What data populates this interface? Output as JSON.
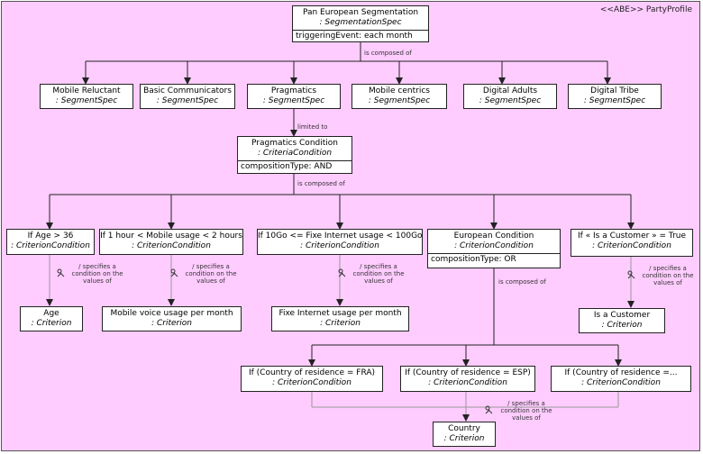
{
  "frame": {
    "label": "<<ABE>>  PartyProfile"
  },
  "root": {
    "name": "Pan European Segmentation",
    "type": ": SegmentationSpec",
    "attr": "triggeringEvent: each month"
  },
  "labels": {
    "composed1": "is composed of",
    "limited": "limited to",
    "composed2": "is composed of",
    "composed3": "is composed of"
  },
  "segments": [
    {
      "name": "Mobile Reluctant",
      "type": ": SegmentSpec"
    },
    {
      "name": "Basic Communicators",
      "type": ": SegmentSpec"
    },
    {
      "name": "Pragmatics",
      "type": ": SegmentSpec"
    },
    {
      "name": "Mobile centrics",
      "type": ": SegmentSpec"
    },
    {
      "name": "Digital Adults",
      "type": ": SegmentSpec"
    },
    {
      "name": "Digital Tribe",
      "type": ": SegmentSpec"
    }
  ],
  "pragCond": {
    "name": "Pragmatics Condition",
    "type": ": CriteriaCondition",
    "attr": "compositionType: AND"
  },
  "conditions": [
    {
      "name": "If Age > 36",
      "type": ": CriterionCondition"
    },
    {
      "name": "If   1 hour < Mobile usage < 2 hours",
      "type": ": CriterionCondition"
    },
    {
      "name": "If 10Go <= Fixe Internet usage < 100Go",
      "type": ": CriterionCondition"
    },
    {
      "name": "European Condition",
      "type": ": CriterionCondition",
      "attr": "compositionType: OR"
    },
    {
      "name": "If « Is a Customer » = True",
      "type": ": CriterionCondition"
    }
  ],
  "specifies": {
    "a": "/ specifies a\ncondition on the\nvalues of",
    "b": "/ specifies a\ncondition on the\nvalues of",
    "c": "/ specifies a\ncondition on the\nvalues of",
    "d": "/ specifies a\ncondition on the\nvalues of",
    "e": "/ specifies a\ncondition on the\nvalues of"
  },
  "criteria": [
    {
      "name": "Age",
      "type": ": Criterion"
    },
    {
      "name": "Mobile voice usage per month",
      "type": ": Criterion"
    },
    {
      "name": "Fixe Internet usage per month",
      "type": ": Criterion"
    },
    {
      "name": "Is a Customer",
      "type": ": Criterion"
    }
  ],
  "countryConds": [
    {
      "name": "If (Country of residence = FRA)",
      "type": ": CriterionCondition"
    },
    {
      "name": "If (Country of residence = ESP)",
      "type": ": CriterionCondition"
    },
    {
      "name": "If (Country of residence =...",
      "type": ": CriterionCondition"
    }
  ],
  "country": {
    "name": "Country",
    "type": ": Criterion"
  },
  "colors": {
    "frame": "#ffccff",
    "box": "#ffffff",
    "line": "#222222"
  }
}
